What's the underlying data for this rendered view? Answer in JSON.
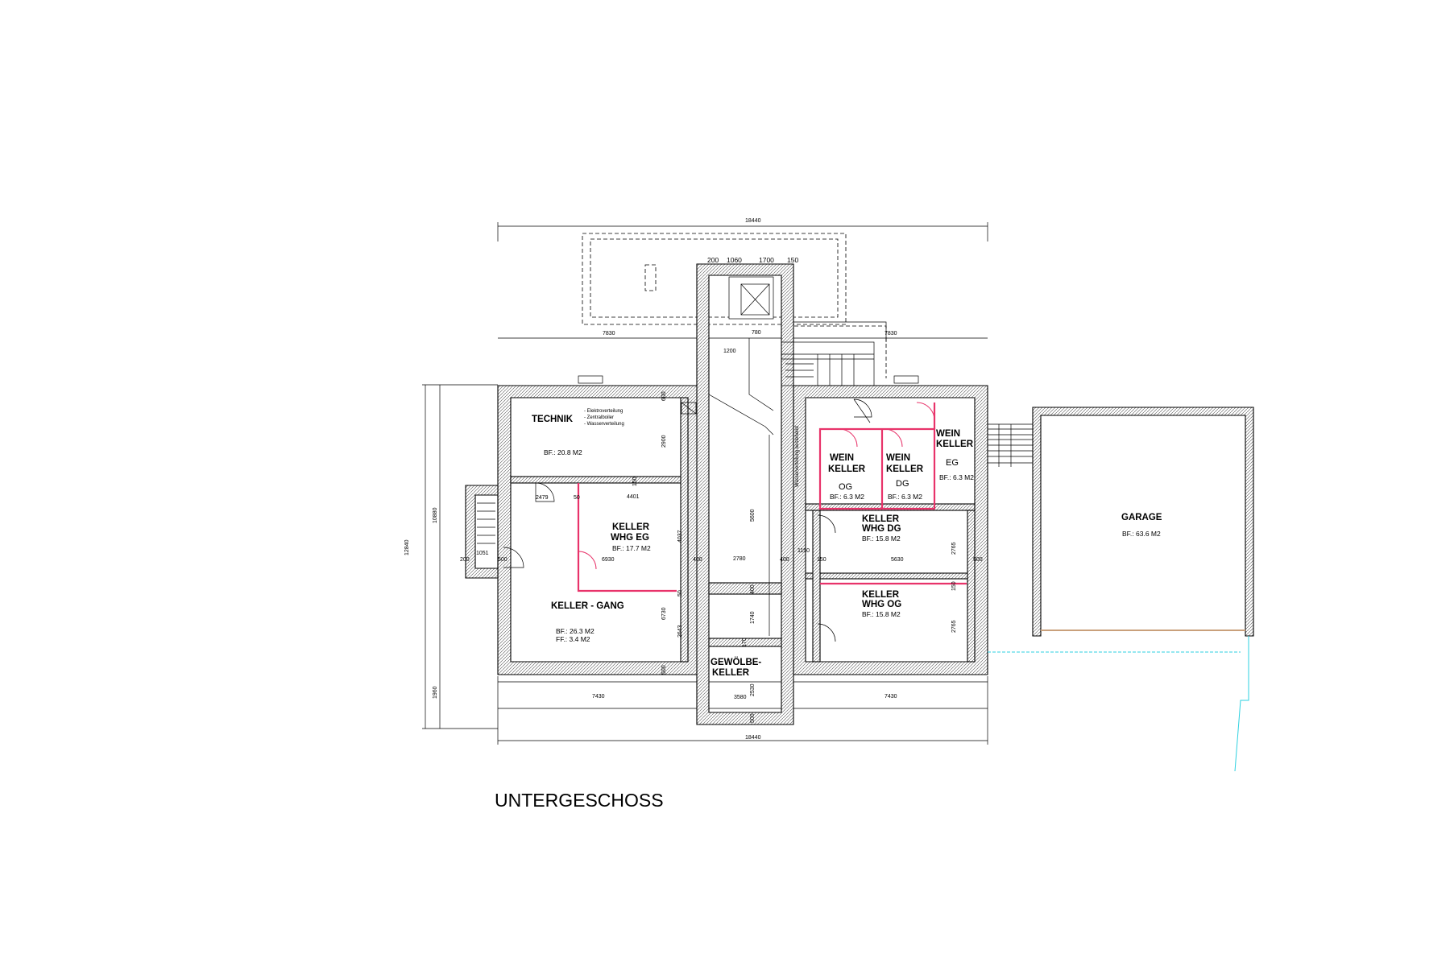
{
  "title": "UNTERGESCHOSS",
  "rooms": {
    "technik": {
      "name": "TECHNIK",
      "notes": [
        "- Elektroverteilung",
        "- Zentralboiler",
        "- Wasserverteilung"
      ],
      "area": "BF.: 20.8 M2"
    },
    "keller_whg_eg": {
      "line1": "KELLER",
      "line2": "WHG EG",
      "area": "BF.: 17.7 M2"
    },
    "keller_gang": {
      "name": "KELLER - GANG",
      "area_bf": "BF.: 26.3 M2",
      "area_ff": "FF.: 3.4 M2"
    },
    "gewoelbekeller": {
      "line1": "GEWÖLBE-",
      "line2": "KELLER"
    },
    "weinkeller_og": {
      "line1": "WEIN",
      "line2": "KELLER",
      "line3": "OG",
      "area": "BF.: 6.3 M2"
    },
    "weinkeller_dg": {
      "line1": "WEIN",
      "line2": "KELLER",
      "line3": "DG",
      "area": "BF.: 6.3 M2"
    },
    "weinkeller_eg": {
      "line1": "WEIN",
      "line2": "KELLER",
      "line3": "EG",
      "area": "BF.: 6.3 M2"
    },
    "keller_whg_dg": {
      "line1": "KELLER",
      "line2": "WHG DG",
      "area": "BF.: 15.8 M2"
    },
    "keller_whg_og": {
      "line1": "KELLER",
      "line2": "WHG OG",
      "area": "BF.: 15.8 M2"
    },
    "garage": {
      "name": "GARAGE",
      "area": "BF.: 63.6 M2"
    }
  },
  "notes": {
    "wasserverteilung": "Wasserverteilung bestehend"
  },
  "dimensions": {
    "total_top": "18440",
    "total_bottom": "18440",
    "top_left": "7830",
    "top_right": "7830",
    "stair_200": "200",
    "stair_1060": "1060",
    "stair_1700": "1700",
    "stair_150": "150",
    "d780": "780",
    "d1200": "1200",
    "d600": "600",
    "d2900": "2900",
    "d150a": "150",
    "d4401": "4401",
    "d2479": "2479",
    "d50a": "50",
    "d4037": "4037",
    "d6930": "6930",
    "d1051": "1051",
    "d200": "200",
    "d500a": "500",
    "d400a": "400",
    "d2780": "2780",
    "d400b": "400",
    "d1150": "1150",
    "d150b": "150",
    "d5630": "5630",
    "d500b": "500",
    "d2765a": "2765",
    "d150c": "150",
    "d2765b": "2765",
    "d5600": "5600",
    "d50b": "50",
    "d400c": "400",
    "d6730": "6730",
    "d2643": "2643",
    "d1740": "1740",
    "d170": "170",
    "d500c": "500",
    "d2530": "2530",
    "d3580": "3580",
    "d500d": "500",
    "d7430a": "7430",
    "d7430b": "7430",
    "side_12840": "12840",
    "side_10880": "10880",
    "side_1960": "1960"
  }
}
